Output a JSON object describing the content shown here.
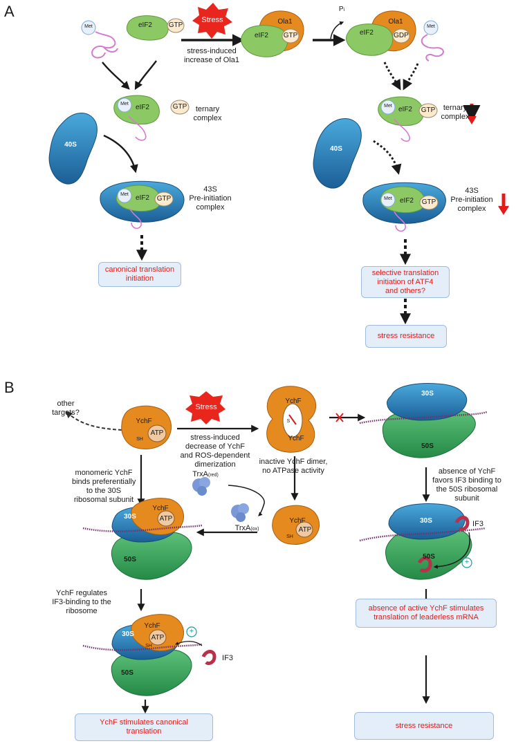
{
  "panels": {
    "a": "A",
    "b": "B"
  },
  "a": {
    "stress": "Stress",
    "stress_arrow_label": [
      "stress-induced",
      "increase of Ola1"
    ],
    "pi": "P",
    "pi_sub": "i",
    "met": "Met",
    "eif2": "eIF2",
    "gtp": "GTP",
    "gdp": "GDP",
    "ola1": "Ola1",
    "ribo_40s": "40S",
    "ternary": [
      "ternary",
      "complex"
    ],
    "pic43s": [
      "43S",
      "Pre-initiation",
      "complex"
    ],
    "box_canonical": [
      "canonical translation",
      "initiation"
    ],
    "box_selective": [
      "selective translation",
      "initiation of ATF4",
      "and others?"
    ],
    "box_stress_res": "stress resistance"
  },
  "b": {
    "stress": "Stress",
    "other_targets": [
      "other",
      "targets?"
    ],
    "ychf": "YchF",
    "atp": "ATP",
    "sh": "SH",
    "s": "S",
    "stress_arrow_label": [
      "stress-induced",
      "decrease of YchF",
      "and ROS-dependent",
      "dimerization"
    ],
    "dimer_label": [
      "inactive YchF dimer,",
      "no ATPase activity"
    ],
    "trxa_red": "TrxA",
    "trxa_red_sub": "(red)",
    "trxa_ox": "TrxA",
    "trxa_ox_sub": "(ox)",
    "monomeric_label": [
      "monomeric YchF",
      "binds preferentially",
      "to the 30S",
      "ribosomal subunit"
    ],
    "ribo_30s": "30S",
    "ribo_50s": "50S",
    "regulates_label": [
      "YchF regulates",
      "IF3-binding to the",
      "ribosome"
    ],
    "if3": "IF3",
    "plus": "+",
    "absence_label": [
      "absence of YchF",
      "favors IF3 binding to",
      "the 50S ribosomal",
      "subunit"
    ],
    "box_canonical": [
      "YchF stimulates canonical",
      "translation"
    ],
    "box_leaderless": [
      "absence of active YchF stimulates",
      "translation of leaderless mRNA"
    ],
    "box_stress_res": "stress resistance"
  },
  "colors": {
    "eif2": "#8cc965",
    "ola1": "#e58a1f",
    "ychf": "#e58a1f",
    "ribo_small": "#2d86c2",
    "ribo_large": "#3aa35b",
    "stress": "#e8261d",
    "trna": "#d47ad0",
    "if3": "#b8304a",
    "box_fill": "#e4eef9",
    "box_text": "#e21b1b"
  }
}
